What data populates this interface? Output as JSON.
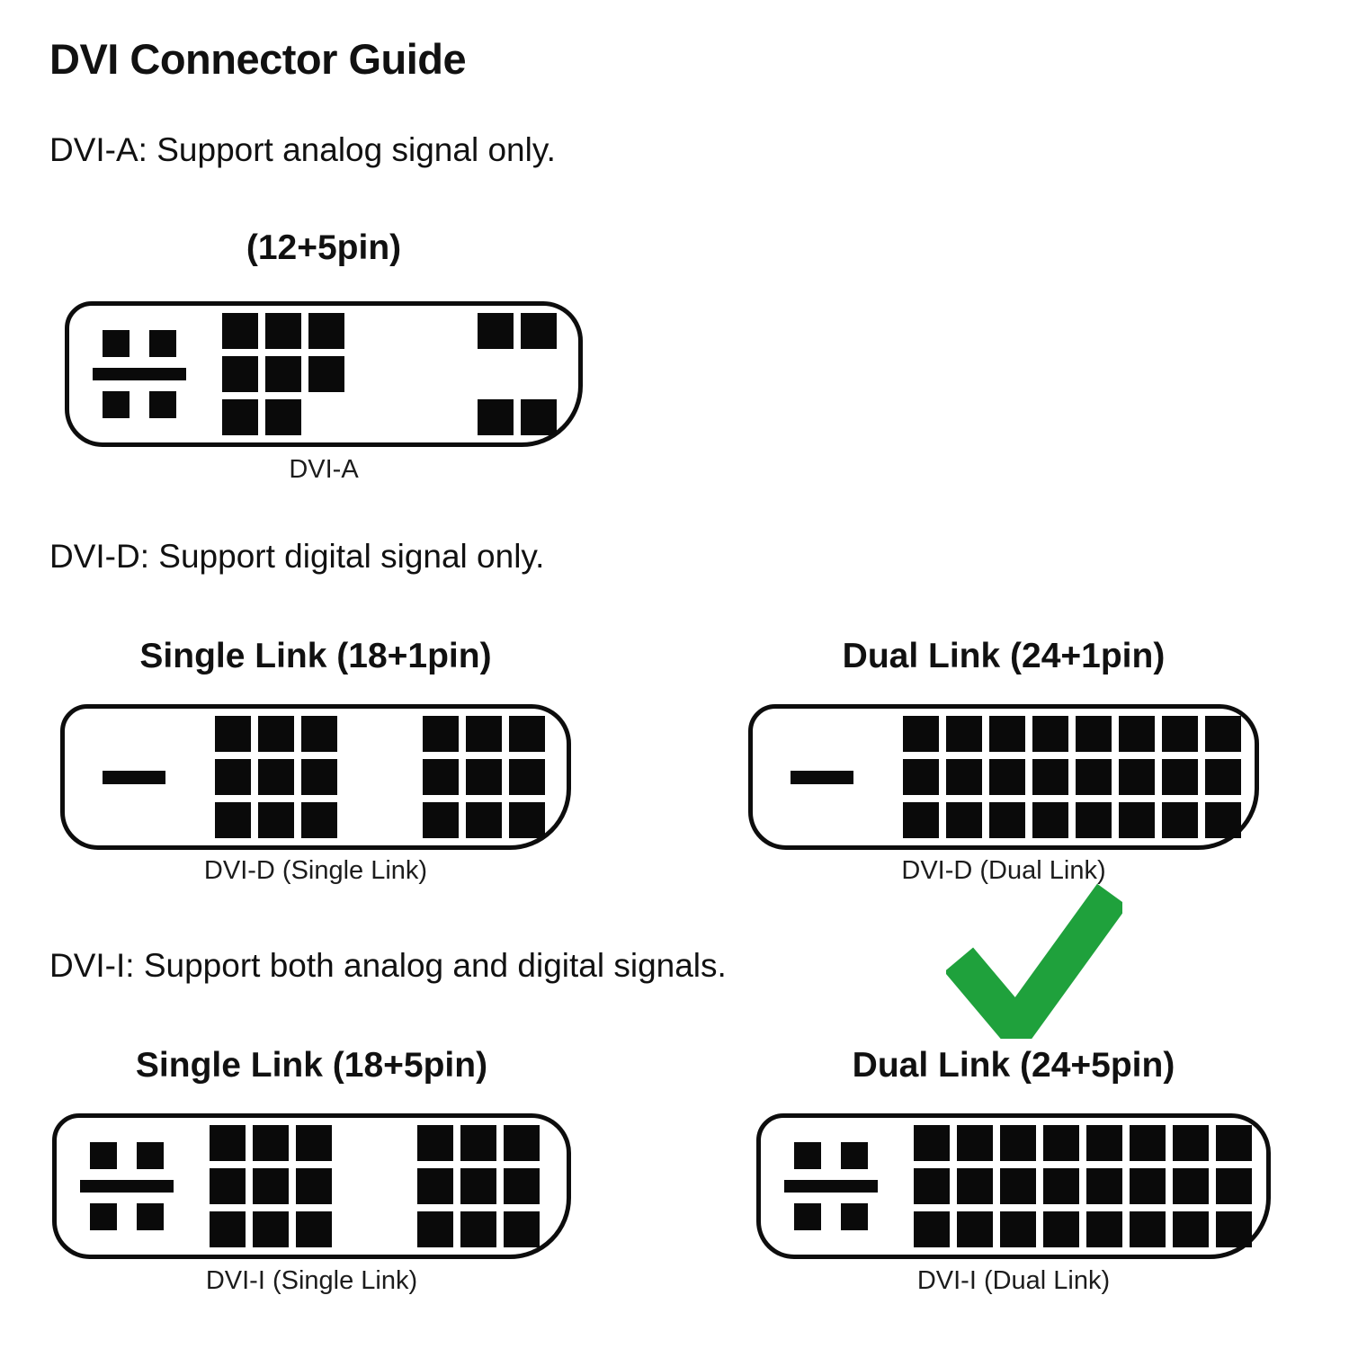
{
  "title": "DVI Connector Guide",
  "colors": {
    "pin_black": "#0a0a0a",
    "outline_black": "#0d0d0d",
    "text_black": "#111111",
    "check_green": "#1fa13c"
  },
  "icons": {
    "checkmark": "green-check"
  },
  "sections": {
    "dvi_a": {
      "description": "DVI-A: Support analog signal only.",
      "variants": [
        {
          "id": "dvi-a",
          "heading": "(12+5pin)",
          "caption": "DVI-A",
          "left": "cross",
          "pin_count": "12+5",
          "groups": [
            [
              [
                1,
                1,
                1
              ],
              [
                1,
                1,
                1
              ],
              [
                1,
                1,
                0
              ]
            ],
            [
              [
                1,
                1
              ],
              [
                0,
                0
              ],
              [
                1,
                1
              ]
            ]
          ]
        }
      ]
    },
    "dvi_d": {
      "description": "DVI-D: Support digital signal only.",
      "variants": [
        {
          "id": "dvi-d-single",
          "heading": "Single Link (18+1pin)",
          "caption": "DVI-D (Single Link)",
          "left": "blade",
          "pin_count": "18+1",
          "groups": [
            [
              [
                1,
                1,
                1
              ],
              [
                1,
                1,
                1
              ],
              [
                1,
                1,
                1
              ]
            ],
            [
              [
                1,
                1,
                1
              ],
              [
                1,
                1,
                1
              ],
              [
                1,
                1,
                1
              ]
            ]
          ]
        },
        {
          "id": "dvi-d-dual",
          "heading": "Dual Link (24+1pin)",
          "caption": "DVI-D (Dual Link)",
          "left": "blade",
          "pin_count": "24+1",
          "groups": [
            [
              [
                1,
                1,
                1,
                1,
                1,
                1,
                1,
                1
              ],
              [
                1,
                1,
                1,
                1,
                1,
                1,
                1,
                1
              ],
              [
                1,
                1,
                1,
                1,
                1,
                1,
                1,
                1
              ]
            ]
          ]
        }
      ]
    },
    "dvi_i": {
      "description": "DVI-I: Support both analog and digital signals.",
      "recommended_variant": "dvi-i-dual",
      "variants": [
        {
          "id": "dvi-i-single",
          "heading": "Single Link (18+5pin)",
          "caption": "DVI-I (Single Link)",
          "left": "cross",
          "pin_count": "18+5",
          "groups": [
            [
              [
                1,
                1,
                1
              ],
              [
                1,
                1,
                1
              ],
              [
                1,
                1,
                1
              ]
            ],
            [
              [
                1,
                1,
                1
              ],
              [
                1,
                1,
                1
              ],
              [
                1,
                1,
                1
              ]
            ]
          ]
        },
        {
          "id": "dvi-i-dual",
          "heading": "Dual Link (24+5pin)",
          "caption": "DVI-I (Dual Link)",
          "left": "cross",
          "pin_count": "24+5",
          "groups": [
            [
              [
                1,
                1,
                1,
                1,
                1,
                1,
                1,
                1
              ],
              [
                1,
                1,
                1,
                1,
                1,
                1,
                1,
                1
              ],
              [
                1,
                1,
                1,
                1,
                1,
                1,
                1,
                1
              ]
            ]
          ]
        }
      ]
    }
  }
}
